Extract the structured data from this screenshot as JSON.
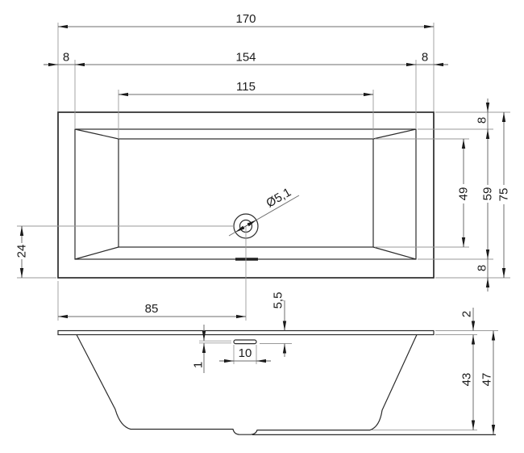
{
  "drawing": {
    "kind": "bathtub dimensional drawing, top view and side view",
    "colors": {
      "object_line": "#2b2b2b",
      "dimension_line": "#6e6e6e",
      "extension_line": "#9a9a9a",
      "text": "#1c1c1c",
      "background": "#ffffff"
    }
  },
  "dims": {
    "overall_length": "170",
    "left_rim": "8",
    "inner_length": "154",
    "right_rim": "8",
    "floor_length": "115",
    "top_rim": "8",
    "floor_width": "49",
    "inner_width": "59",
    "overall_width": "75",
    "bottom_rim": "8",
    "drain_diameter": "Ø5,1",
    "drain_from_bottom_edge": "24",
    "drain_from_left_edge": "85",
    "drain_recess_depth": "5,5",
    "lip_thickness": "1",
    "drain_slot_width": "10",
    "rim_plate_thickness": "2",
    "body_depth": "43",
    "total_height": "47"
  }
}
